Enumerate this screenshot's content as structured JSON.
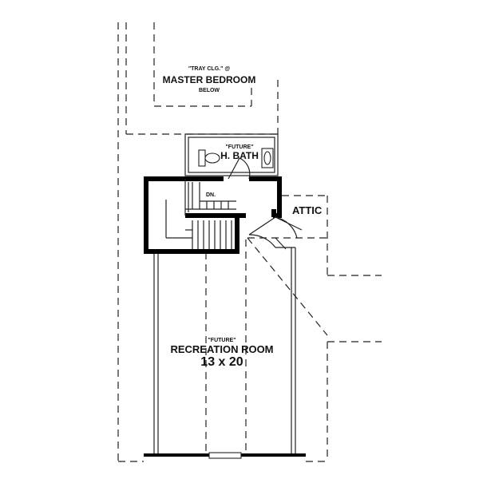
{
  "master_bedroom": {
    "note": "\"TRAY CLG.\" @",
    "name": "MASTER BEDROOM",
    "sub": "BELOW"
  },
  "bath": {
    "note": "\"FUTURE\"",
    "name": "H. BATH"
  },
  "stair": {
    "label": "DN."
  },
  "attic": {
    "name": "ATTIC"
  },
  "recreation_room": {
    "note": "\"FUTURE\"",
    "name": "RECREATION ROOM",
    "dimensions": "13 x 20"
  }
}
